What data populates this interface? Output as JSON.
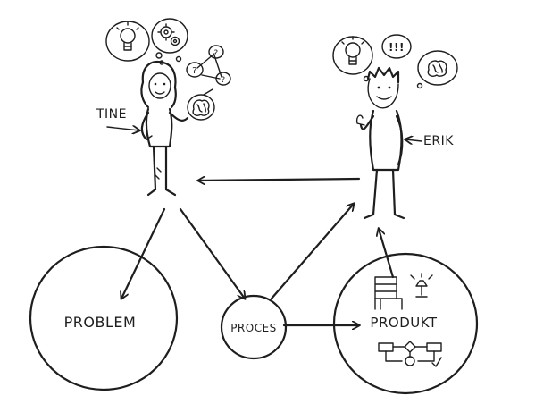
{
  "diagram": {
    "people": {
      "left": {
        "name": "TINE"
      },
      "right": {
        "name": "ERIK"
      }
    },
    "thought_marks": {
      "question": "?",
      "exclamation": "!!!"
    },
    "circles": {
      "problem": "PROBLEM",
      "process": "PROCES",
      "product": "PRODUKT"
    }
  }
}
